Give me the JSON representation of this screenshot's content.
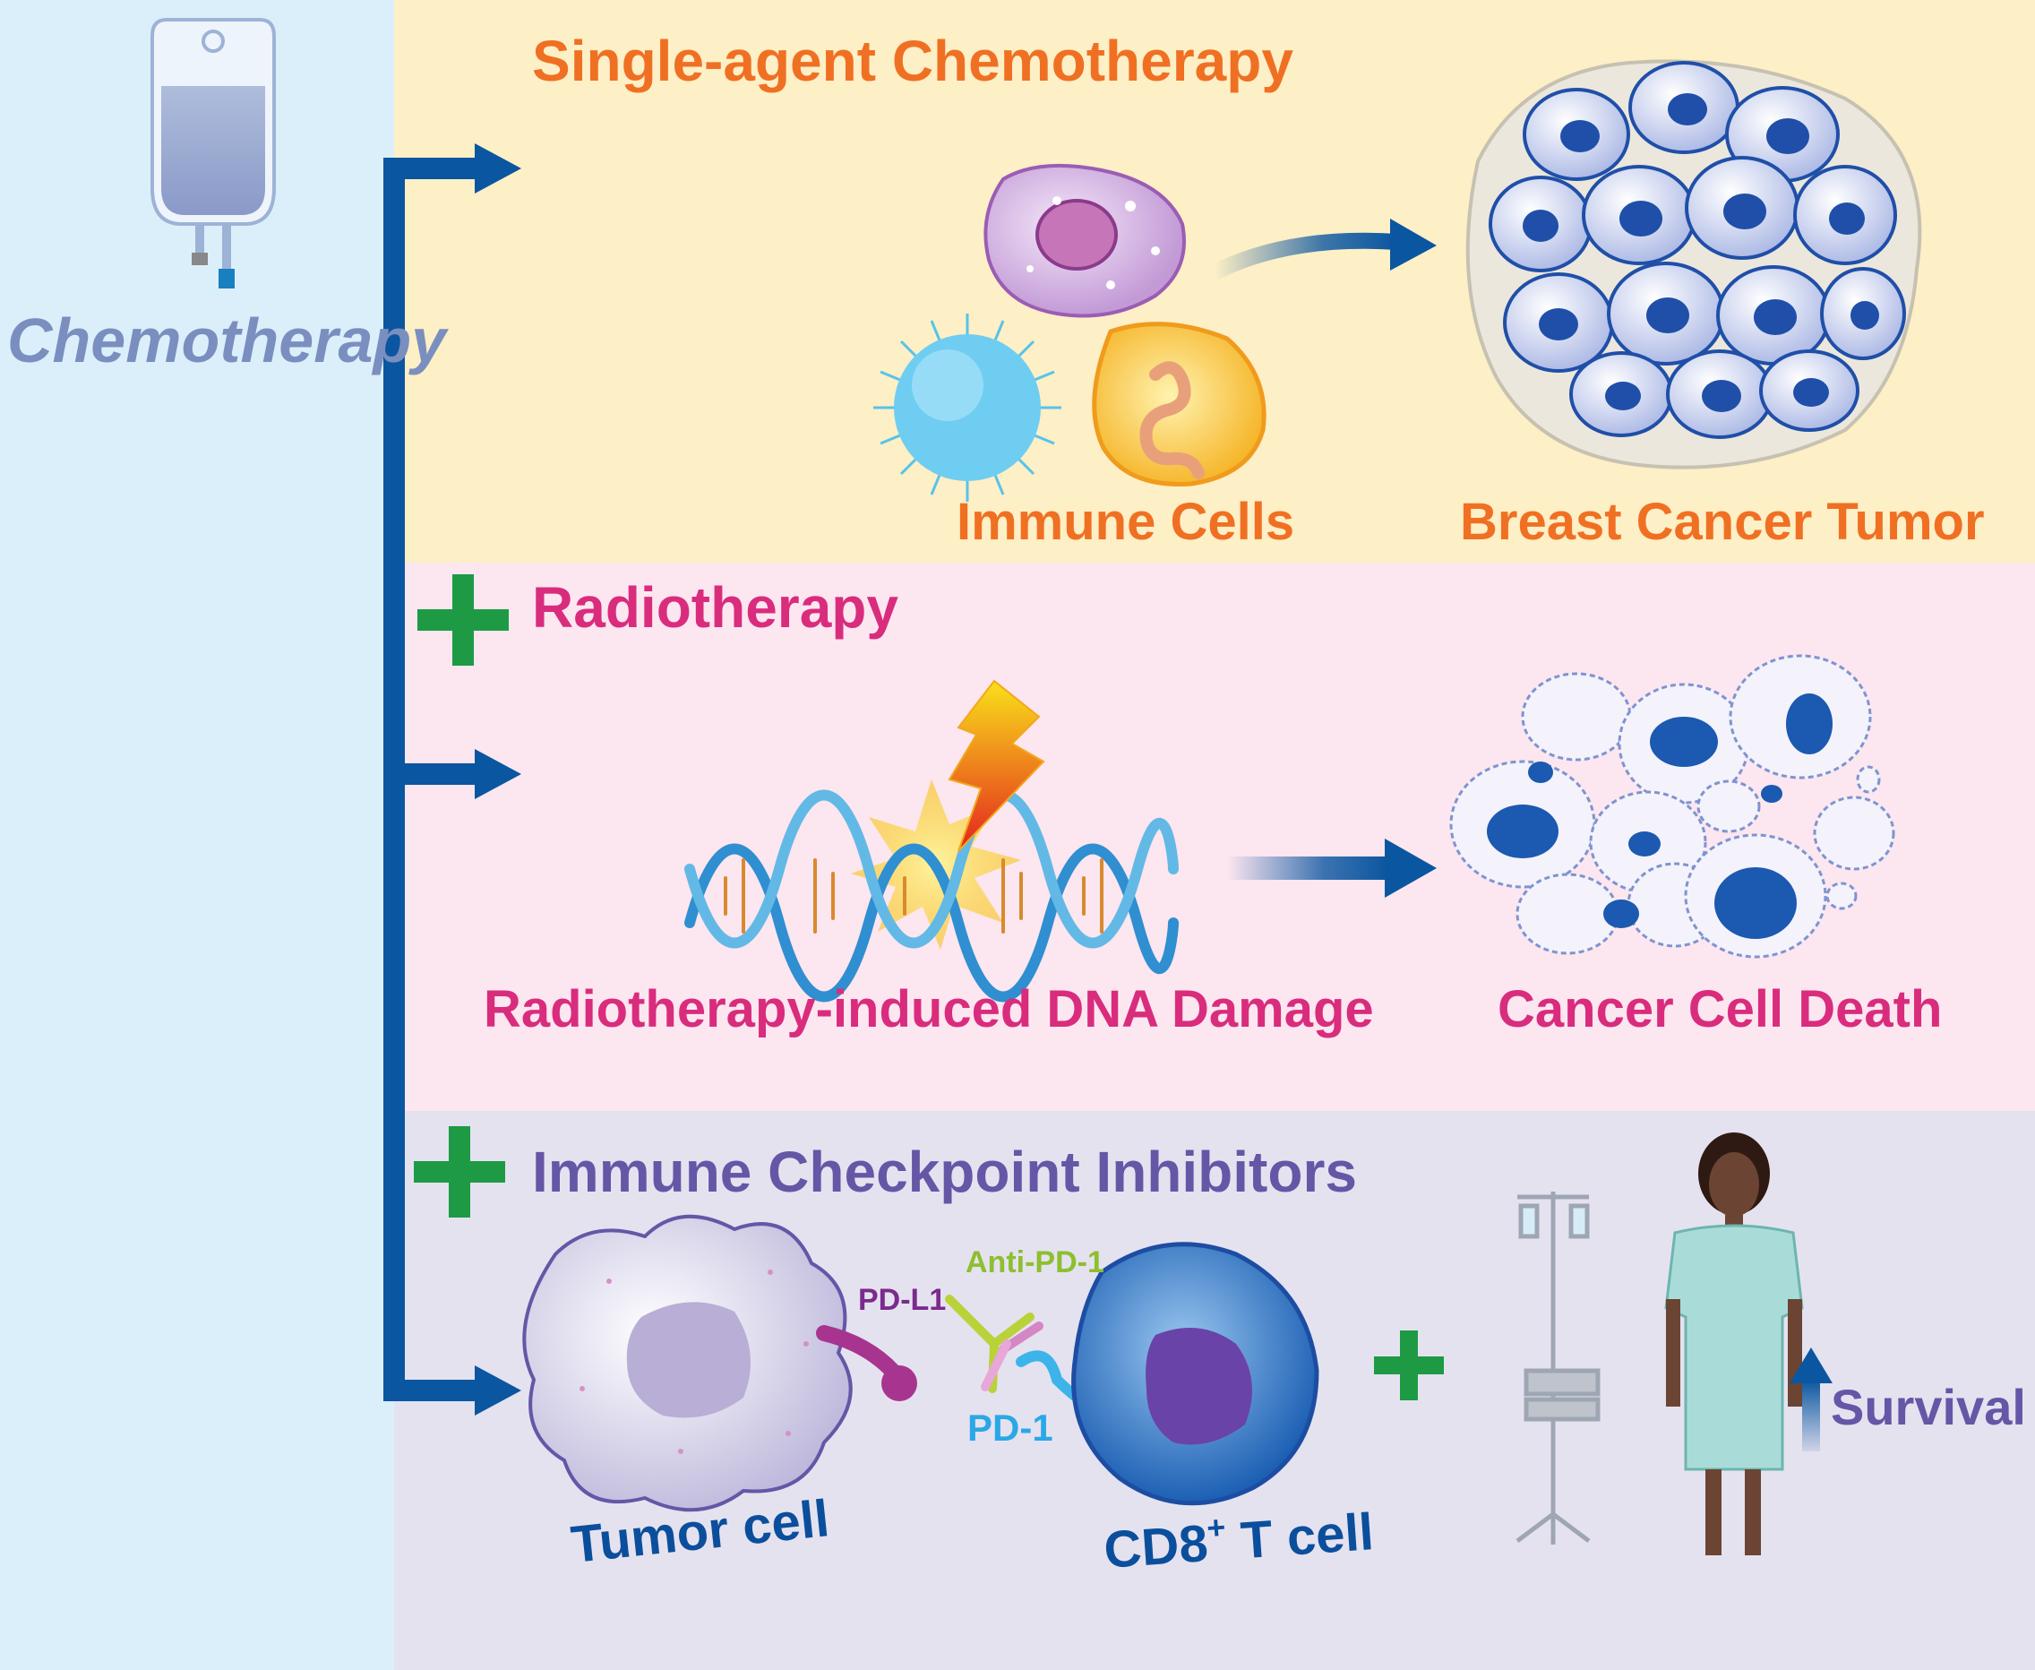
{
  "left_panel": {
    "title": "Chemotherapy"
  },
  "panel_chemo": {
    "title": "Single-agent Chemotherapy",
    "immune_label": "Immune Cells",
    "tumor_label": "Breast Cancer Tumor"
  },
  "panel_radio": {
    "title": "Radiotherapy",
    "dna_label": "Radiotherapy-induced DNA Damage",
    "death_label": "Cancer Cell Death"
  },
  "panel_ici": {
    "title": "Immune Checkpoint Inhibitors",
    "tumor_cell_label": "Tumor cell",
    "pdl1_label": "PD-L1",
    "anti_pd1_label": "Anti-PD-1",
    "pd1_label": "PD-1",
    "tcell_label": "CD8",
    "tcell_sup": "+",
    "tcell_suffix": " T cell",
    "survival_label": "Survival"
  },
  "colors": {
    "left_bg": "#dbeffb",
    "chemo_bg": "#fdefc6",
    "radio_bg": "#fce6f0",
    "ici_bg": "#e5e2f0",
    "arrow": "#0b56a0",
    "plus": "#1e9a45",
    "orange": "#f07023",
    "magenta": "#d92c7d",
    "purple": "#6656a6",
    "navy": "#0b4f9c"
  }
}
